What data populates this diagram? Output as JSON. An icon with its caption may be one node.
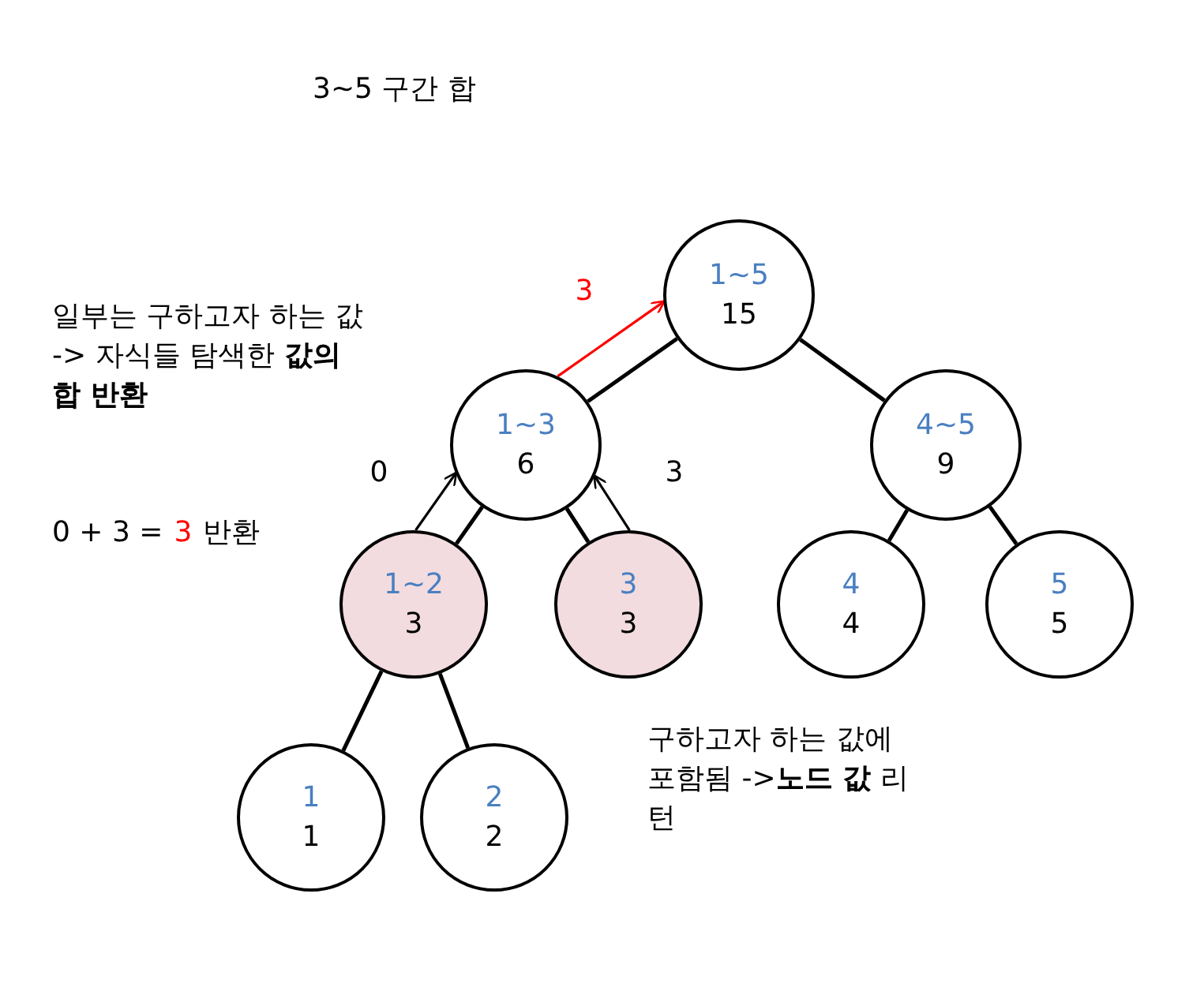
{
  "diagram": {
    "title": "3~5 구간 합",
    "nodes": [
      {
        "text": [
          "1~5",
          "15"
        ]
      },
      {
        "text": [
          "1~3",
          "6"
        ]
      },
      {
        "text": [
          "4~5",
          "9"
        ]
      },
      {
        "text": [
          "1~2",
          "3"
        ]
      },
      {
        "text": [
          "3",
          "3"
        ]
      },
      {
        "text": [
          "4",
          "4"
        ]
      },
      {
        "text": [
          "5",
          "5"
        ]
      },
      {
        "text": [
          "1",
          "1"
        ]
      },
      {
        "text": [
          "2",
          "2"
        ]
      }
    ],
    "edges": [
      {
        "from": 0,
        "to": 1,
        "arrow": "none"
      },
      {
        "from": 0,
        "to": 2,
        "arrow": "none"
      },
      {
        "from": 1,
        "to": 3,
        "arrow": "none"
      },
      {
        "from": 1,
        "to": 4,
        "arrow": "none"
      },
      {
        "from": 2,
        "to": 5,
        "arrow": "none"
      },
      {
        "from": 2,
        "to": 6,
        "arrow": "none"
      },
      {
        "from": 3,
        "to": 7,
        "arrow": "none"
      },
      {
        "from": 3,
        "to": 8,
        "arrow": "none"
      },
      {
        "from": 1,
        "to": 0,
        "arrow": "to",
        "label": "3",
        "color": "#ff0000"
      },
      {
        "from": 3,
        "to": 1,
        "arrow": "to",
        "label": "0"
      },
      {
        "from": 4,
        "to": 1,
        "arrow": "to",
        "label": "3"
      }
    ],
    "labels": [
      "일부는 구하고자 하는 값 -> 자식들 탐색한 **값의 합 반환**",
      "0 + 3 =",
      "3",
      "반환",
      "구하고자 하는 값에 포함됨 ->**노드 값** 리턴"
    ]
  }
}
